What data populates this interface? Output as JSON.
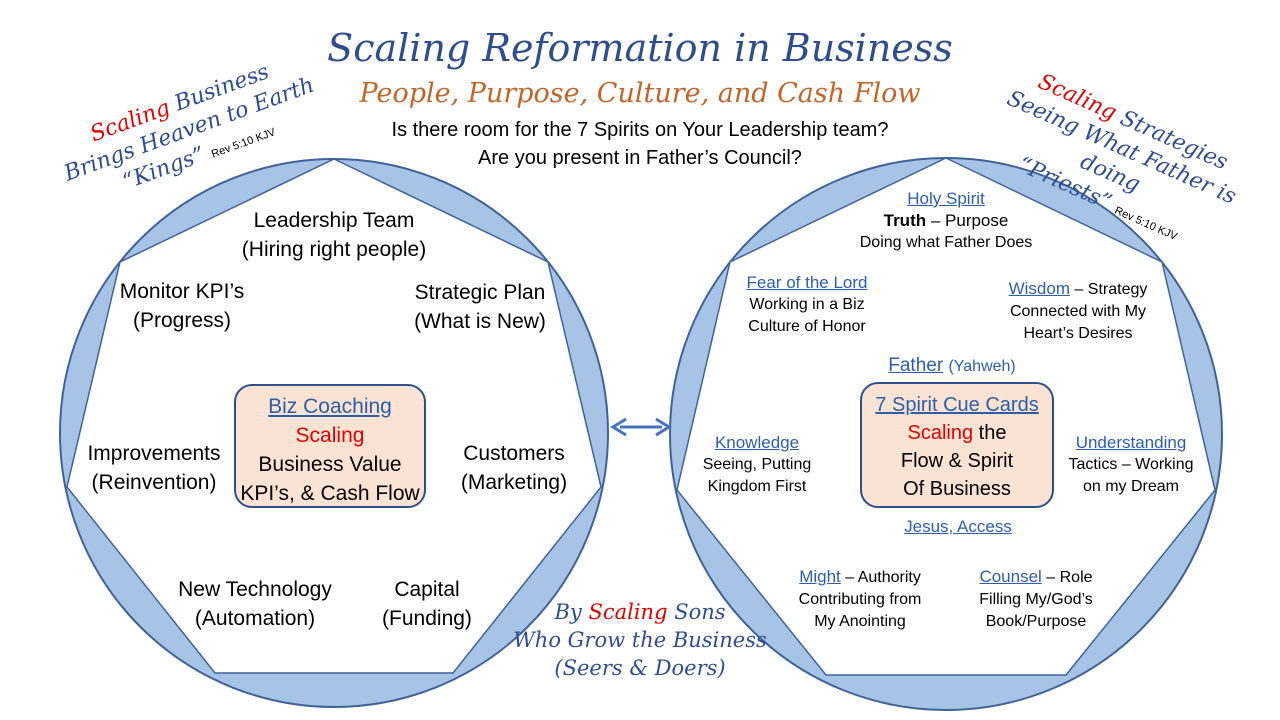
{
  "title": "Scaling Reformation in Business",
  "subtitle": "People, Purpose, Culture, and Cash Flow",
  "question1": "Is there room for the 7 Spirits on Your Leadership team?",
  "question2": "Are you present in Father’s Council?",
  "left_corner": {
    "scaling": "Scaling",
    "business": "Business",
    "line2": "Brings Heaven to Earth",
    "line3": "“Kings”",
    "ref": "Rev 5:10 KJV"
  },
  "right_corner": {
    "scaling": "Scaling",
    "strategies": "Strategies",
    "line2": "Seeing What Father is doing",
    "line3": "“Priests”",
    "ref": "Rev 5:10 KJV"
  },
  "bottom_center": {
    "by": "By",
    "scaling": "Scaling",
    "sons": "Sons",
    "line2": "Who Grow the Business",
    "line3": "(Seers & Doers)"
  },
  "left_circle": {
    "leadership": {
      "line1": "Leadership Team",
      "line2": "(Hiring right people)"
    },
    "monitor": {
      "line1": "Monitor KPI’s",
      "line2": "(Progress)"
    },
    "strategic": {
      "line1": "Strategic Plan",
      "line2": "(What is New)"
    },
    "improvements": {
      "line1": "Improvements",
      "line2": "(Reinvention)"
    },
    "customers": {
      "line1": "Customers",
      "line2": "(Marketing)"
    },
    "technology": {
      "line1": "New Technology",
      "line2": "(Automation)"
    },
    "capital": {
      "line1": "Capital",
      "line2": "(Funding)"
    },
    "center_box": {
      "heading": "Biz Coaching",
      "scaling": "Scaling",
      "line3": "Business Value",
      "line4": "KPI’s, & Cash Flow"
    }
  },
  "right_circle": {
    "holy_spirit": {
      "heading": "Holy Spirit",
      "bold": "Truth",
      "rest": " – Purpose",
      "line3": "Doing what Father Does"
    },
    "fear": {
      "heading": "Fear of the Lord",
      "line2": "Working in a Biz",
      "line3": "Culture of Honor"
    },
    "wisdom": {
      "heading": "Wisdom",
      "rest": " – Strategy",
      "line2": "Connected with My",
      "line3": "Heart’s Desires"
    },
    "father": {
      "main": "Father",
      "paren": "(Yahweh)"
    },
    "knowledge": {
      "heading": "Knowledge",
      "line2": "Seeing, Putting",
      "line3": "Kingdom First"
    },
    "understanding": {
      "heading": "Understanding",
      "line2": "Tactics – Working",
      "line3": "on my Dream"
    },
    "jesus": "Jesus, Access",
    "might": {
      "heading": "Might",
      "rest": " – Authority",
      "line2": "Contributing from",
      "line3": "My Anointing"
    },
    "counsel": {
      "heading": "Counsel",
      "rest": " – Role",
      "line2": "Filling My/God’s",
      "line3": "Book/Purpose"
    },
    "center_box": {
      "heading": "7 Spirit Cue Cards",
      "scaling": "Scaling",
      "the": " the",
      "line3": "Flow & Spirit",
      "line4": "Of Business"
    }
  },
  "colors": {
    "heptagon_fill": "#a7c3e6",
    "outline": "#3f6399",
    "title_blue": "#2e4d8f",
    "subtitle_orange": "#c0662a",
    "box_fill": "#fbe3d3",
    "red": "#e00000"
  },
  "icons": [
    "double-arrow-icon"
  ]
}
